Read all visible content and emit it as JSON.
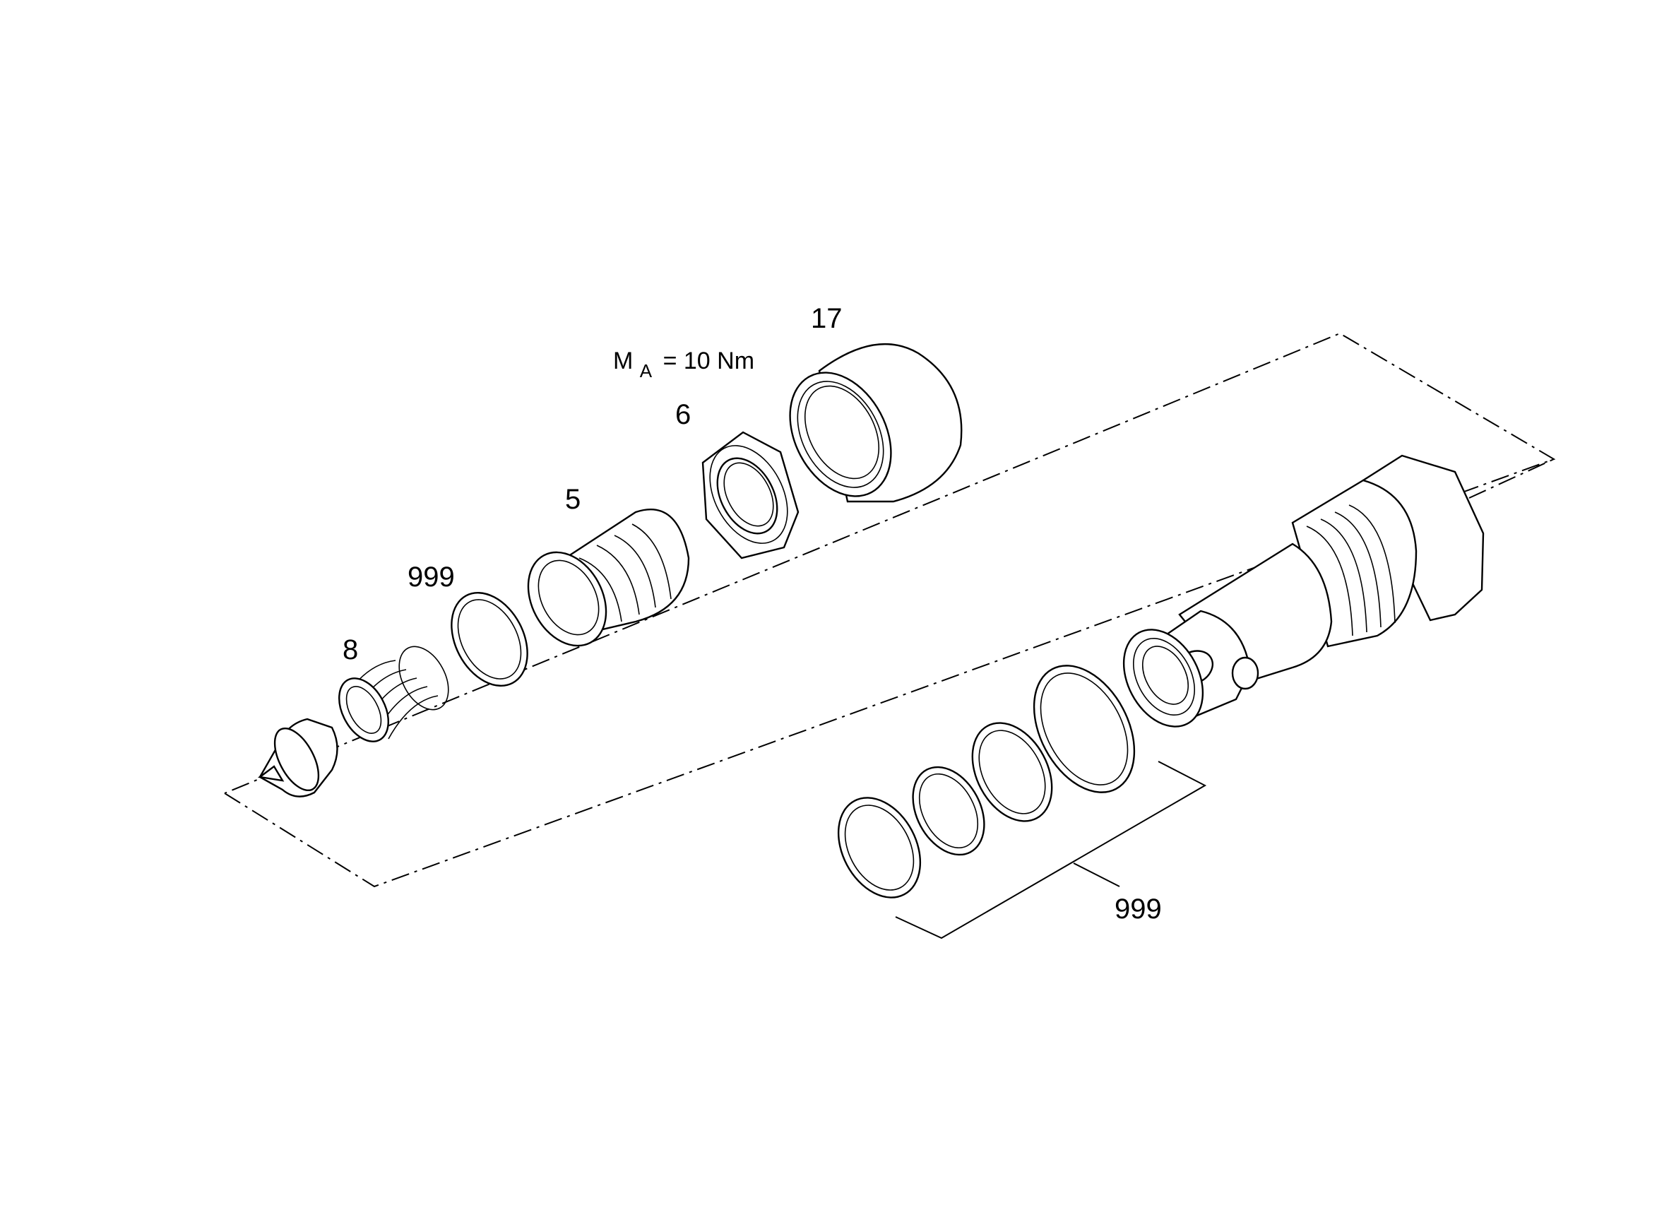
{
  "labels": {
    "part_17": "17",
    "torque_main": "M",
    "torque_sub": "A",
    "torque_value": "= 10 Nm",
    "part_6": "6",
    "part_5": "5",
    "part_999_upper": "999",
    "part_8": "8",
    "part_999_lower": "999"
  }
}
